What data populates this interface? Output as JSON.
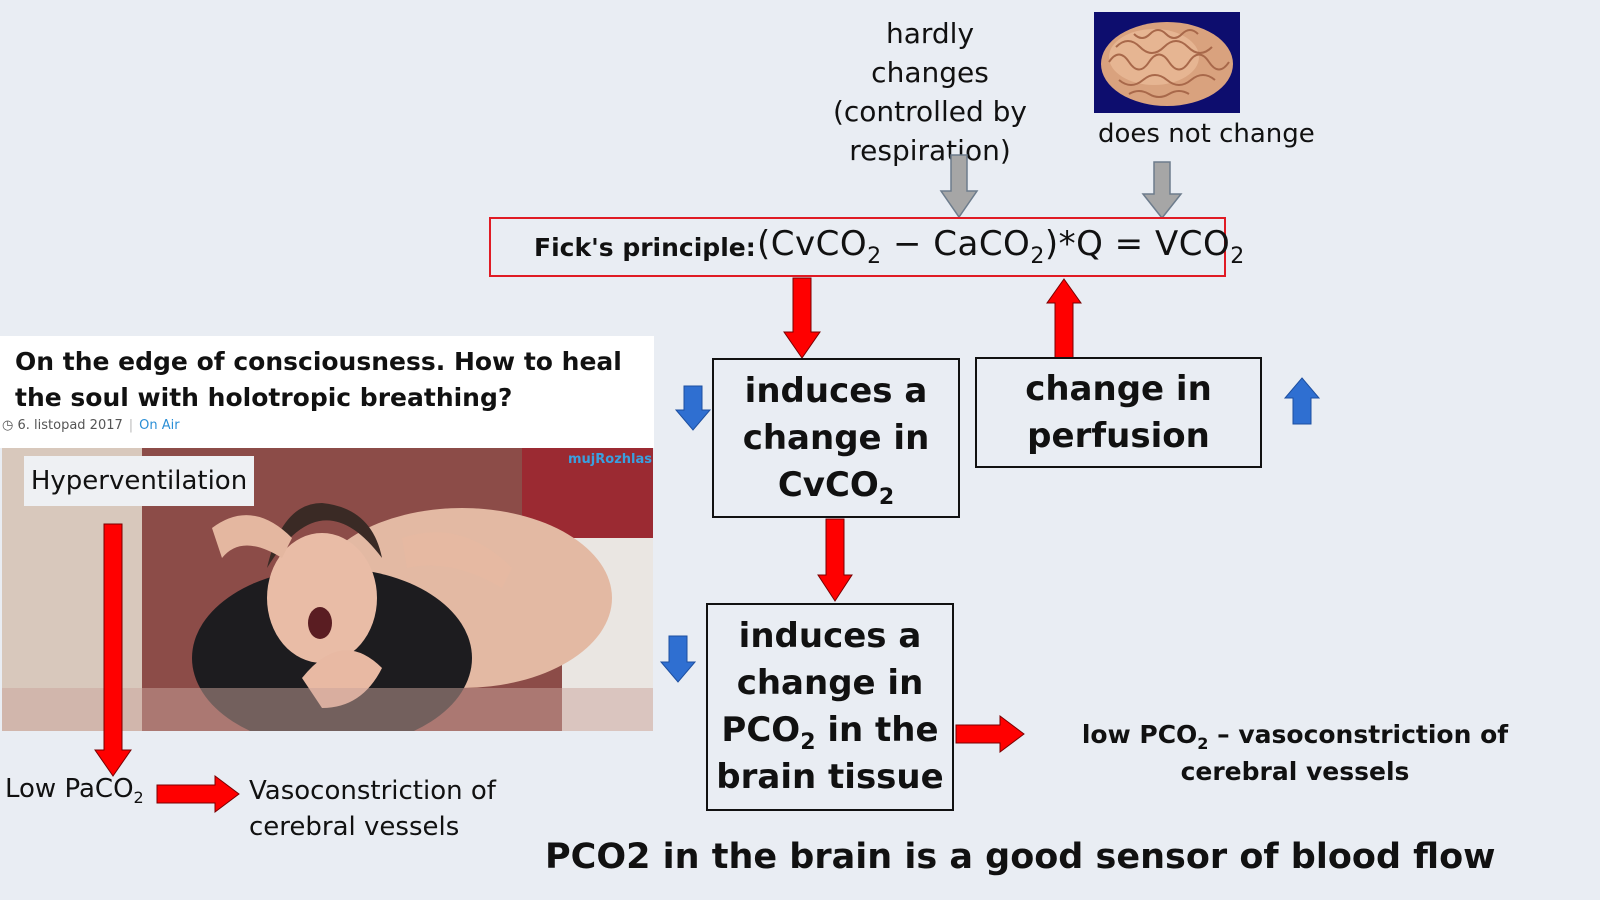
{
  "top_note": {
    "line1": "hardly changes",
    "line2": "(controlled by",
    "line3": "respiration)"
  },
  "brain_label": "does not change",
  "fick": {
    "label": "Fick's principle:",
    "eq_open": "(CvCO",
    "eq_sub1": "2",
    "eq_minus": " − CaCO",
    "eq_sub2": "2",
    "eq_mid": ")*Q = VCO",
    "eq_sub3": "2"
  },
  "box_cv": {
    "line1": "induces a",
    "line2": "change in",
    "line3": "CvCO",
    "sub": "2"
  },
  "box_perf": {
    "line1": "change in",
    "line2": "perfusion"
  },
  "box_brain": {
    "line1": "induces a",
    "line2": "change in",
    "line3a": "PCO",
    "sub": "2",
    "line3b": " in the",
    "line4": "brain tissue"
  },
  "article": {
    "title": "On the edge of consciousness. How to heal the soul with holotropic breathing?",
    "date": "6. listopad 2017",
    "link": "On Air",
    "watermark": "mujRozhlas",
    "overlay": "Hyperventilation"
  },
  "low_paco2": {
    "text": "Low PaCO",
    "sub": "2"
  },
  "vaso_left": "Vasoconstriction of cerebral vessels",
  "low_pco2": {
    "text_a": "low PCO",
    "sub": "2",
    "text_b": " – vasoconstriction of cerebral vessels"
  },
  "conclusion": "PCO2 in the brain is a good sensor of blood flow",
  "colors": {
    "red": "#ff0000",
    "gray": "#a6a6a6",
    "blue": "#2f6fd1",
    "box_red": "#e01b24"
  }
}
